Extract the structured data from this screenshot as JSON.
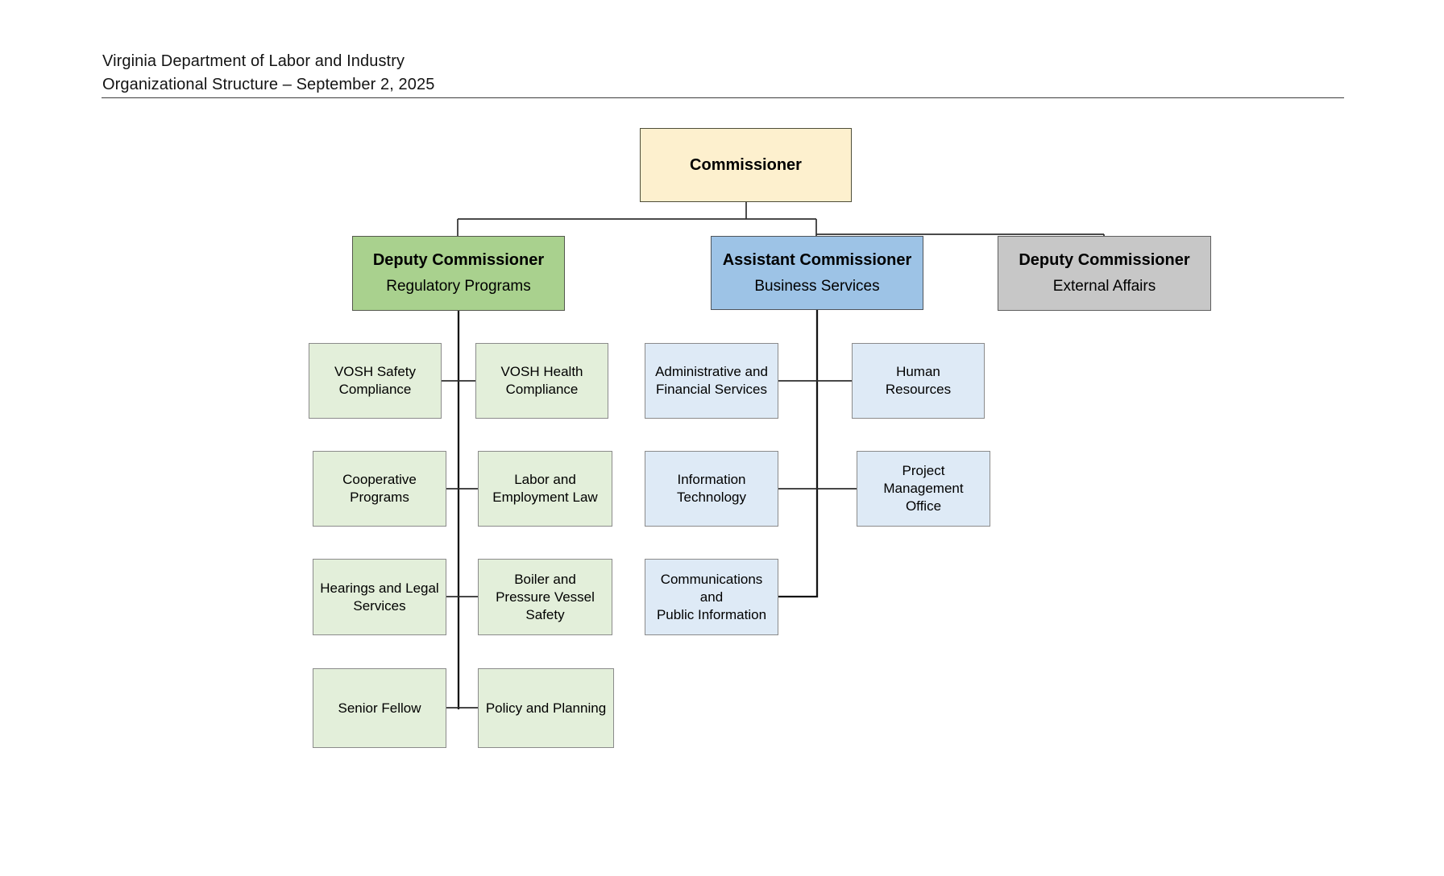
{
  "header": {
    "line1": "Virginia Department of Labor and Industry",
    "line2": "Organizational Structure – September 2, 2025"
  },
  "org": {
    "root": {
      "title": "Commissioner"
    },
    "parents": [
      {
        "title": "Deputy Commissioner",
        "subtitle": "Regulatory Programs"
      },
      {
        "title": "Assistant Commissioner",
        "subtitle": "Business Services"
      },
      {
        "title": "Deputy Commissioner",
        "subtitle": "External Affairs"
      }
    ],
    "regulatory_children": [
      "VOSH Safety\nCompliance",
      "VOSH Health\nCompliance",
      "Cooperative\nPrograms",
      "Labor and\nEmployment Law",
      "Hearings and Legal\nServices",
      "Boiler and\nPressure Vessel\nSafety",
      "Senior Fellow",
      "Policy and Planning"
    ],
    "business_children": [
      "Administrative and\nFinancial Services",
      "Human\nResources",
      "Information\nTechnology",
      "Project\nManagement\nOffice",
      "Communications\nand\nPublic Information"
    ]
  },
  "colors": {
    "commissioner_fill": "#FDF0CE",
    "regulatory_fill": "#A9D18E",
    "business_fill": "#9DC3E6",
    "external_fill": "#C7C7C7",
    "regulatory_child_fill": "#E3EFDA",
    "business_child_fill": "#DEEAF6",
    "connector": "#303030"
  }
}
